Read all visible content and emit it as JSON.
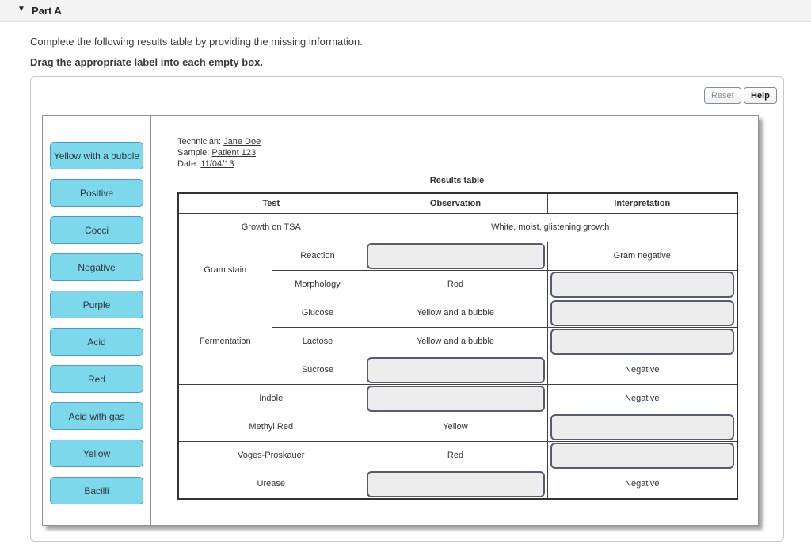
{
  "header": {
    "collapse_icon": "▼",
    "title": "Part A"
  },
  "instructions": {
    "line1": "Complete the following results table by providing the missing information.",
    "line2": "Drag the appropriate label into each empty box."
  },
  "toolbar": {
    "reset_label": "Reset",
    "help_label": "Help"
  },
  "drag_labels": [
    "Yellow with a bubble",
    "Positive",
    "Cocci",
    "Negative",
    "Purple",
    "Acid",
    "Red",
    "Acid with gas",
    "Yellow",
    "Bacilli"
  ],
  "tech_info": {
    "technician_label": "Technician:",
    "technician_value": "Jane Doe",
    "sample_label": "Sample:",
    "sample_value": "Patient 123",
    "date_label": "Date:",
    "date_value": "11/04/13"
  },
  "results_table": {
    "title": "Results table",
    "headers": [
      "Test",
      "Observation",
      "Interpretation"
    ],
    "growth_on_tsa": {
      "test": "Growth on TSA",
      "observation": "White, moist, glistening growth"
    },
    "gram_stain": {
      "group": "Gram stain",
      "reaction_label": "Reaction",
      "reaction_interpretation": "Gram negative",
      "morphology_label": "Morphology",
      "morphology_observation": "Rod"
    },
    "fermentation": {
      "group": "Fermentation",
      "glucose_label": "Glucose",
      "glucose_observation": "Yellow and a bubble",
      "lactose_label": "Lactose",
      "lactose_observation": "Yellow and a bubble",
      "sucrose_label": "Sucrose",
      "sucrose_interpretation": "Negative"
    },
    "indole": {
      "test": "Indole",
      "interpretation": "Negative"
    },
    "methyl_red": {
      "test": "Methyl Red",
      "observation": "Yellow"
    },
    "voges_proskauer": {
      "test": "Voges-Proskauer",
      "observation": "Red"
    },
    "urease": {
      "test": "Urease",
      "interpretation": "Negative"
    }
  },
  "colors": {
    "drag_label_fill": "#7dd8ec",
    "drag_label_border": "#4a9bd1",
    "drop_target_fill": "#ededed",
    "drop_target_border": "#575b6e",
    "header_bar_bg": "#f4f4f4"
  }
}
